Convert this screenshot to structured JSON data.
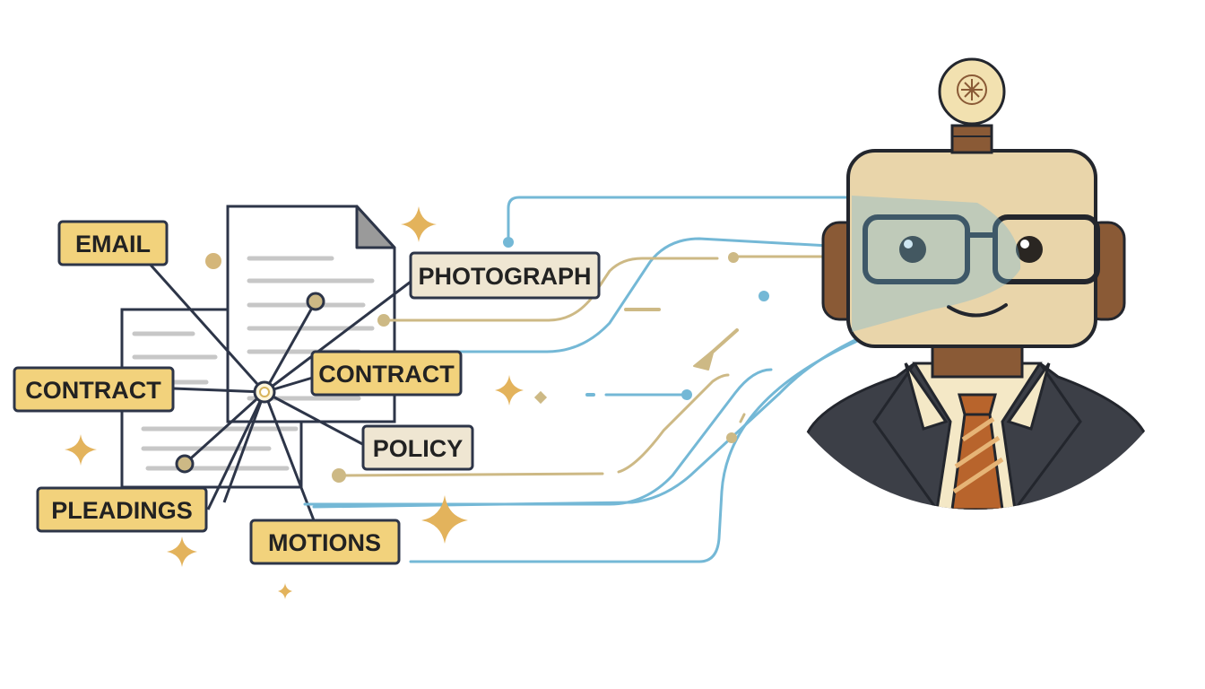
{
  "labels": {
    "email": "EMAIL",
    "photograph": "PHOTOGRAPH",
    "contract_left": "CONTRACT",
    "contract_center": "CONTRACT",
    "policy": "POLICY",
    "pleadings": "PLEADINGS",
    "motions": "MOTIONS"
  },
  "colors": {
    "tag_yellow": "#f2d27c",
    "tag_cream": "#efe6d2",
    "outline": "#2d3548",
    "flow_blue": "#74b8d6",
    "flow_tan": "#cdb985",
    "sparkle": "#e3b35c",
    "robot_face": "#e9d5aa",
    "robot_ear": "#8a5a36",
    "suit": "#3c3f47",
    "tie": "#b8642c"
  },
  "icons": [
    "document-icon",
    "robot-lawyer-icon",
    "lightbulb-icon",
    "sparkle-icon"
  ]
}
